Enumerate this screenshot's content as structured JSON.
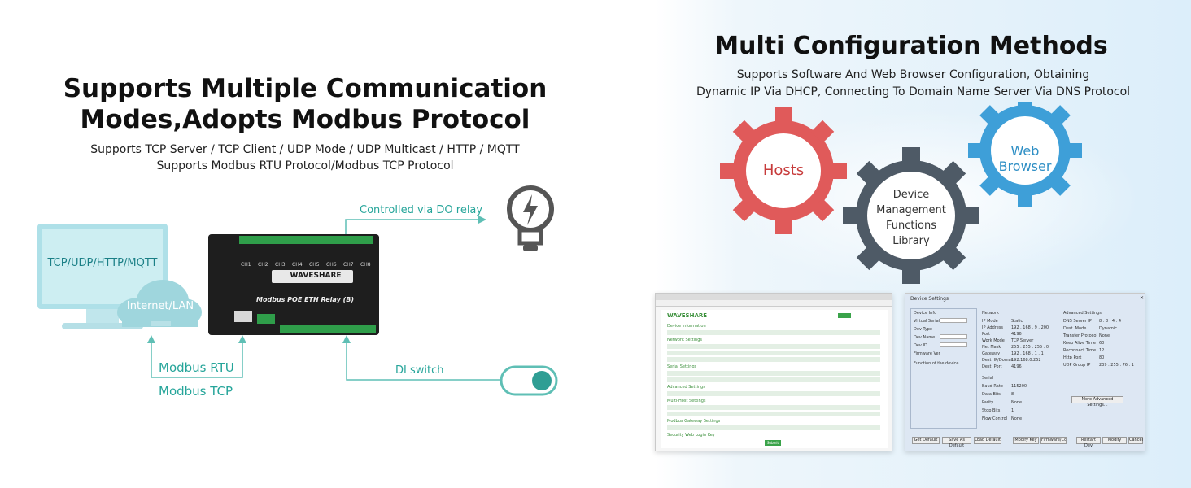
{
  "left": {
    "title_line1": "Supports Multiple Communication",
    "title_line2": "Modes,Adopts Modbus Protocol",
    "sub_line1": "Supports TCP Server / TCP Client / UDP Mode / UDP Multicast / HTTP / MQTT",
    "sub_line2": "Supports Modbus RTU Protocol/Modbus TCP Protocol"
  },
  "right": {
    "title": "Multi Configuration Methods",
    "sub_line1": "Supports Software And Web Browser Configuration, Obtaining",
    "sub_line2": "Dynamic IP Via DHCP, Connecting To Domain Name Server Via DNS Protocol"
  },
  "diagram": {
    "monitor_label": "TCP/UDP/HTTP/MQTT",
    "cloud_label": "Internet/LAN",
    "do_label": "Controlled via DO relay",
    "di_label": "DI switch",
    "rtu_label": "Modbus RTU",
    "tcp_label": "Modbus TCP",
    "device_brand": "WAVESHARE",
    "device_model": "Modbus POE ETH Relay (B)",
    "channels": [
      "CH1",
      "CH2",
      "CH3",
      "CH4",
      "CH5",
      "CH6",
      "CH7",
      "CH8"
    ]
  },
  "gears": {
    "hosts": "Hosts",
    "web_line1": "Web",
    "web_line2": "Browser",
    "device_line1": "Device",
    "device_line2": "Management",
    "device_line3": "Functions",
    "device_line4": "Library"
  },
  "software_panel": {
    "title": "Device Settings",
    "device_info": "Device Info",
    "network": "Network",
    "advanced": "Advanced Settings",
    "serial": "Serial",
    "function": "Function of the device",
    "left_fields": [
      "Virtual Serial",
      "Dev Type",
      "Dev Name",
      "Dev ID",
      "Firmware Ver"
    ],
    "net_fields": [
      "IP Mode",
      "IP Address",
      "Port",
      "Work Mode",
      "Net Mask",
      "Gateway",
      "Dest. IP/Domain",
      "Dest. Port"
    ],
    "net_values": [
      "Static",
      "192 . 168 . 9 . 200",
      "4196",
      "TCP Server",
      "255 . 255 . 255 . 0",
      "192 . 168 . 1 . 1",
      "192.168.0.252",
      "4196"
    ],
    "serial_fields": [
      "Baud Rate",
      "Data Bits",
      "Parity",
      "Stop Bits",
      "Flow Control"
    ],
    "serial_values": [
      "115200",
      "8",
      "None",
      "1",
      "None"
    ],
    "adv_fields": [
      "DNS Server IP",
      "Dest. Mode",
      "Transfer Protocol",
      "Keep Alive Time",
      "Reconnect Time",
      "Http Port",
      "UDP Group IP"
    ],
    "adv_values": [
      "8 . 8 . 4 . 4",
      "Dynamic",
      "None",
      "60",
      "12",
      "80",
      "239 . 255 . 76 . 1"
    ],
    "buttons": [
      "Get Default",
      "Save As Default",
      "Load Default",
      "Modify Key",
      "Firmware/Config",
      "Restart Dev",
      "Modify Setting",
      "Cancel"
    ],
    "more_btn": "More Advanced Settings..."
  },
  "web_panel": {
    "brand": "WAVESHARE",
    "sections": [
      "Device Information",
      "Network Settings",
      "Serial Settings",
      "Advanced Settings",
      "Multi-Host Settings",
      "Modbus Gateway Settings",
      "Security Web Login Key"
    ],
    "submit": "Submit"
  }
}
